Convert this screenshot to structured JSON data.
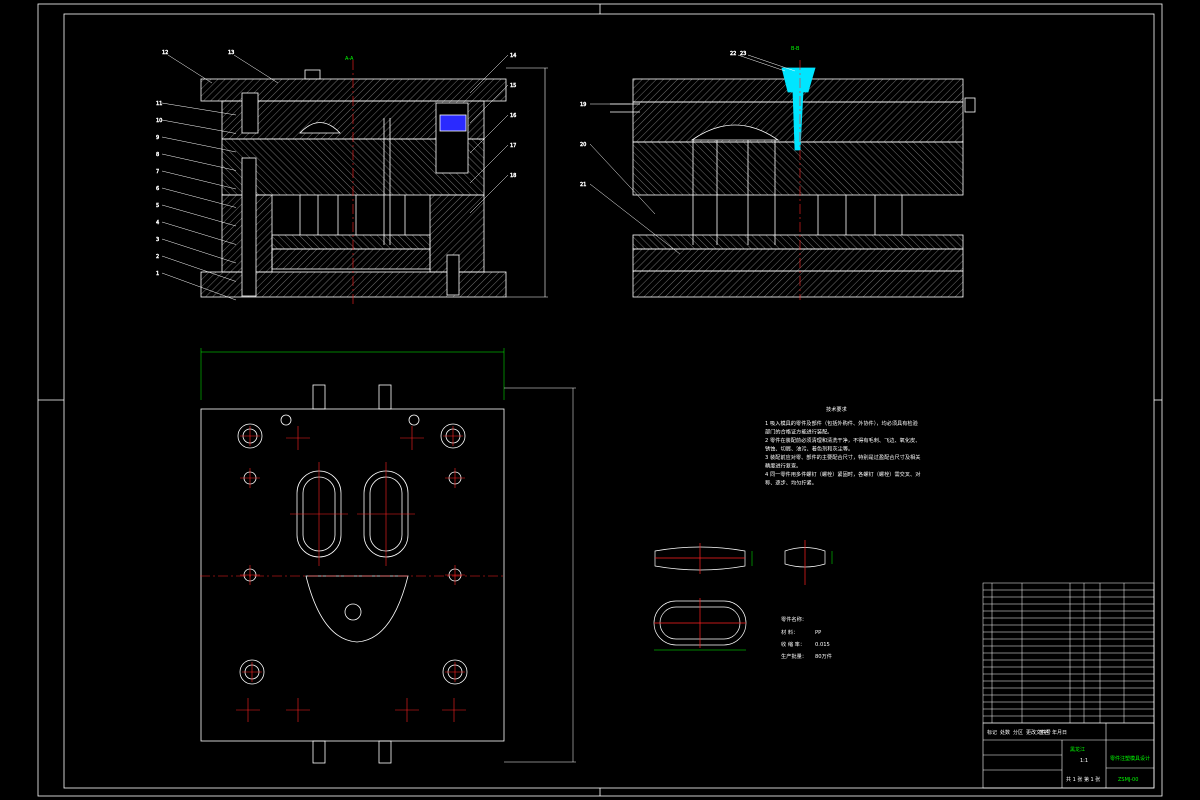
{
  "views": {
    "section_a": {
      "label": "A-A"
    },
    "section_b": {
      "label": "B-B"
    }
  },
  "leaders_left": [
    "11",
    "10",
    "9",
    "8",
    "7",
    "6",
    "5",
    "4",
    "3",
    "2",
    "1"
  ],
  "leaders_top_left": [
    "12",
    "13"
  ],
  "leaders_right_left_view": [
    "14",
    "15",
    "16",
    "17",
    "18"
  ],
  "leaders_b_view_left": [
    "19",
    "20",
    "21"
  ],
  "leaders_b_view_top": [
    "22",
    "23"
  ],
  "tech_requirements": {
    "title": "技术要求",
    "lines": [
      "1 吸入模具的零件及部件（包括外购件、外协件），均必须具有检验",
      "  部门的合格证方能进行装配。",
      "2 零件在装配前必须清理和清洗干净，不得有毛刺、飞边、氧化皮、",
      "  锈蚀、切屑、油污、着色剂和灰尘等。",
      "3 装配前应对零、部件的主要配合尺寸，特别是过盈配合尺寸及相关",
      "  精度进行复查。",
      "4 同一零件用多件螺钉（螺栓）紧固时，各螺钉（螺栓）需交叉、对",
      "  称、逐步、均匀拧紧。"
    ]
  },
  "part_info": {
    "title": "零件名称：",
    "material_label": "材    料：",
    "material": "PP",
    "shrink_label": "收 缩 率：",
    "shrink": "0.015",
    "batch_label": "生产批量：",
    "batch": "80万件"
  },
  "title_block": {
    "labels": [
      "标记",
      "处数",
      "分区",
      "更改文件号",
      "签名",
      "年月日"
    ],
    "school": "黑龙江",
    "drawing_name": "零件注塑模具设计",
    "drawing_no": "ZSMJ-00",
    "scale": "1:1",
    "sheet": "共 1 张  第 1 张"
  },
  "colors": {
    "line": "#ffffff",
    "hatch": "#c8c8c8",
    "center": "#ff2020",
    "dim": "#00ff00",
    "accent": "#ff00ff",
    "highlight": "#00e5ff"
  }
}
